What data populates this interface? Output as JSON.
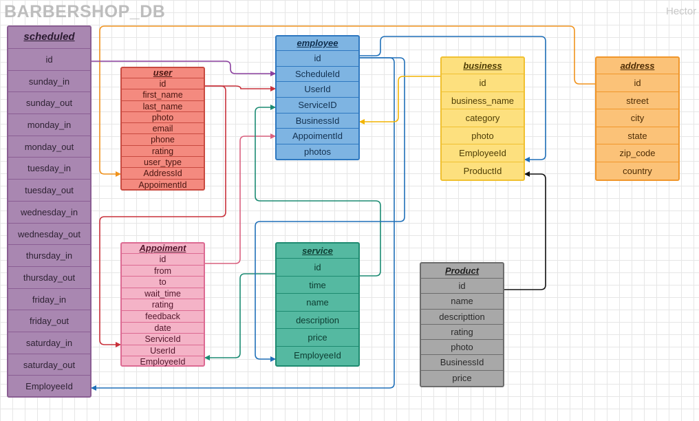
{
  "page": {
    "title": "BARBERSHOP_DB",
    "author": "Hector"
  },
  "tables": {
    "scheduled": {
      "name": "scheduled",
      "fields": [
        "id",
        "sunday_in",
        "sunday_out",
        "monday_in",
        "monday_out",
        "tuesday_in",
        "tuesday_out",
        "wednesday_in",
        "wednesday_out",
        "thursday_in",
        "thursday_out",
        "friday_in",
        "friday_out",
        "saturday_in",
        "saturday_out",
        "EmployeeId"
      ]
    },
    "user": {
      "name": "user",
      "fields": [
        "id",
        "first_name",
        "last_name",
        "photo",
        "email",
        "phone",
        "rating",
        "user_type",
        "AddressId",
        "AppoimentId"
      ]
    },
    "appoiment": {
      "name": "Appoiment",
      "fields": [
        "id",
        "from",
        "to",
        "wait_time",
        "rating",
        "feedback",
        "date",
        "ServiceId",
        "UserId",
        "EmployeeId"
      ]
    },
    "employee": {
      "name": "employee",
      "fields": [
        "id",
        "ScheduleId",
        "UserId",
        "ServiceID",
        "BusinessId",
        "AppoimentId",
        "photos"
      ]
    },
    "service": {
      "name": "service",
      "fields": [
        "id",
        "time",
        "name",
        "description",
        "price",
        "EmployeeId"
      ]
    },
    "business": {
      "name": "business",
      "fields": [
        "id",
        "business_name",
        "category",
        "photo",
        "EmployeeId",
        "ProductId"
      ]
    },
    "address": {
      "name": "address",
      "fields": [
        "id",
        "street",
        "city",
        "state",
        "zip_code",
        "country"
      ]
    },
    "product": {
      "name": "Product",
      "fields": [
        "id",
        "name",
        "descripttion",
        "rating",
        "photo",
        "BusinessId",
        "price"
      ]
    }
  },
  "colors": {
    "scheduled": "#a987b1",
    "user": "#f48a7f",
    "appoiment": "#f4b3c7",
    "employee": "#7eb4e2",
    "service": "#55b9a1",
    "business": "#fde07e",
    "address": "#fbc278",
    "product": "#a8a8a8"
  }
}
